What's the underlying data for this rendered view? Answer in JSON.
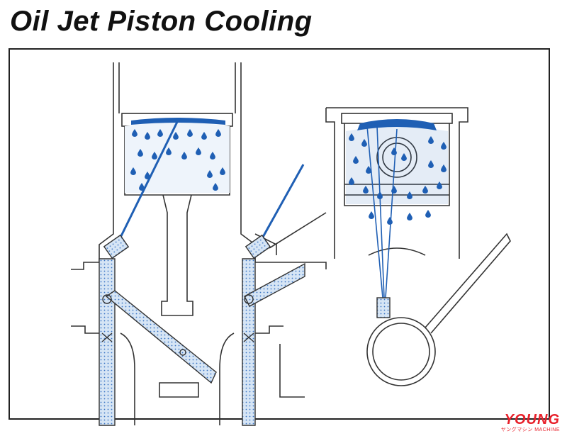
{
  "title": "Oil Jet Piston Cooling",
  "watermark": {
    "main": "YOUNG",
    "sub": "ヤングマシン MACHINE"
  },
  "colors": {
    "oil": "#1f5fb4",
    "oil_fill": "#c9dcf2",
    "line": "#333333",
    "logo": "#e8202a"
  }
}
